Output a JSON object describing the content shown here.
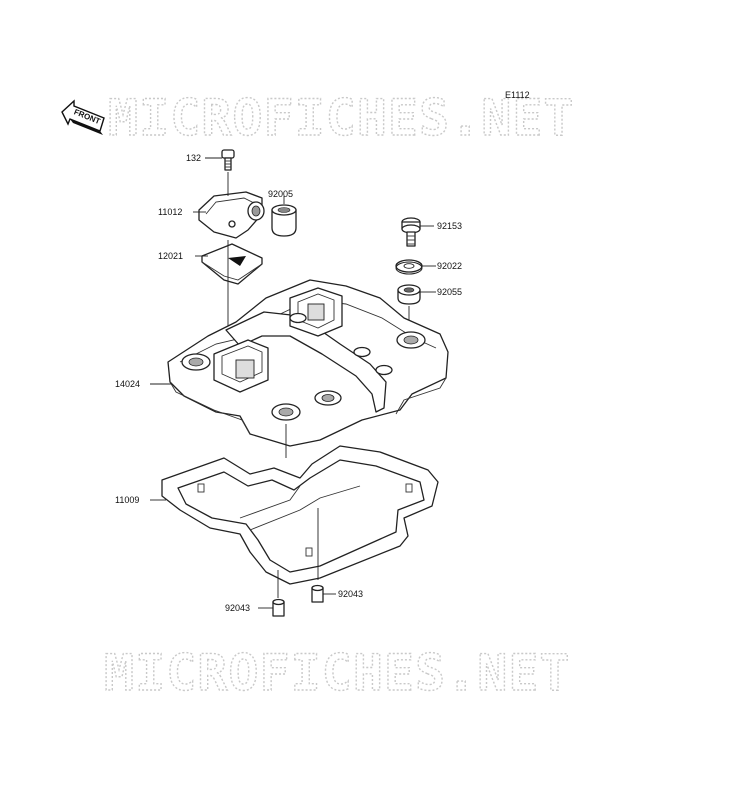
{
  "diagram": {
    "code": "E1112",
    "front_marker": "FRONT",
    "watermark": "MICROFICHES.NET",
    "callouts": {
      "p132": "132",
      "p11012": "11012",
      "p92005": "92005",
      "p12021": "12021",
      "p92153": "92153",
      "p92022": "92022",
      "p92055": "92055",
      "p14024": "14024",
      "p11009": "11009",
      "p92043a": "92043",
      "p92043b": "92043"
    }
  }
}
